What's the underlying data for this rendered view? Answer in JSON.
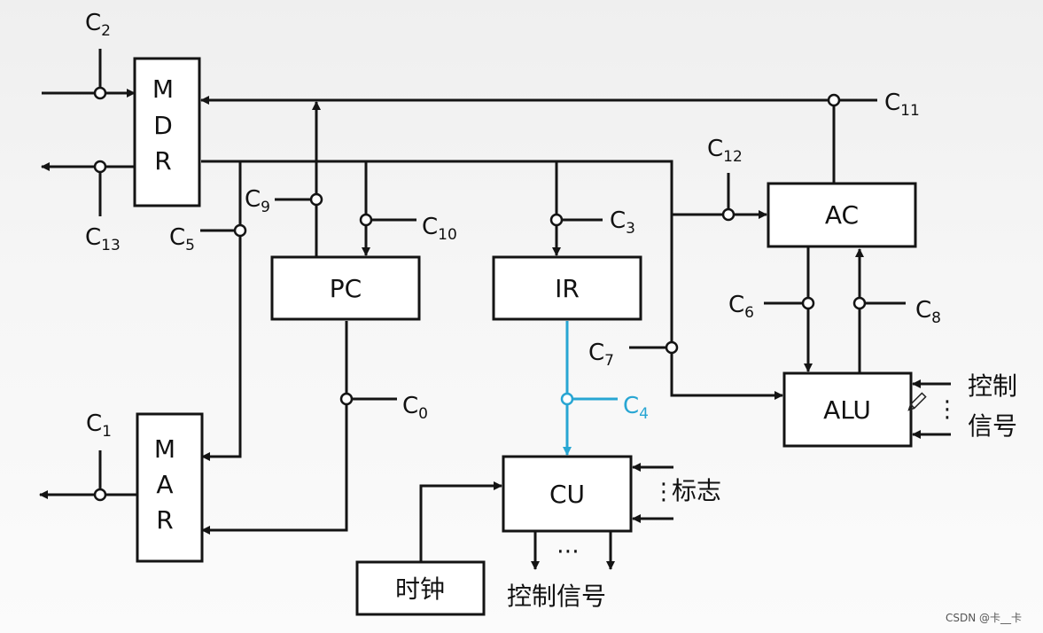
{
  "registers": {
    "mdr": [
      "M",
      "D",
      "R"
    ],
    "mar": [
      "M",
      "A",
      "R"
    ],
    "pc": "PC",
    "ir": "IR",
    "ac": "AC",
    "alu": "ALU",
    "cu": "CU",
    "clock": "时钟"
  },
  "signals": {
    "c0": {
      "base": "C",
      "sub": "0"
    },
    "c1": {
      "base": "C",
      "sub": "1"
    },
    "c2": {
      "base": "C",
      "sub": "2"
    },
    "c3": {
      "base": "C",
      "sub": "3"
    },
    "c4": {
      "base": "C",
      "sub": "4"
    },
    "c5": {
      "base": "C",
      "sub": "5"
    },
    "c6": {
      "base": "C",
      "sub": "6"
    },
    "c7": {
      "base": "C",
      "sub": "7"
    },
    "c8": {
      "base": "C",
      "sub": "8"
    },
    "c9": {
      "base": "C",
      "sub": "9"
    },
    "c10": {
      "base": "C",
      "sub": "10"
    },
    "c11": {
      "base": "C",
      "sub": "11"
    },
    "c12": {
      "base": "C",
      "sub": "12"
    },
    "c13": {
      "base": "C",
      "sub": "13"
    }
  },
  "labels": {
    "alu_ctrl_line1": "控制",
    "alu_ctrl_line2": "信号",
    "flags": "标志",
    "cu_ctrl": "控制信号",
    "ellipsis": "⋯",
    "vdots": "⋮"
  },
  "watermark": "CSDN @卡__卡",
  "colors": {
    "highlight": "#28a6d3",
    "line": "#141414"
  }
}
